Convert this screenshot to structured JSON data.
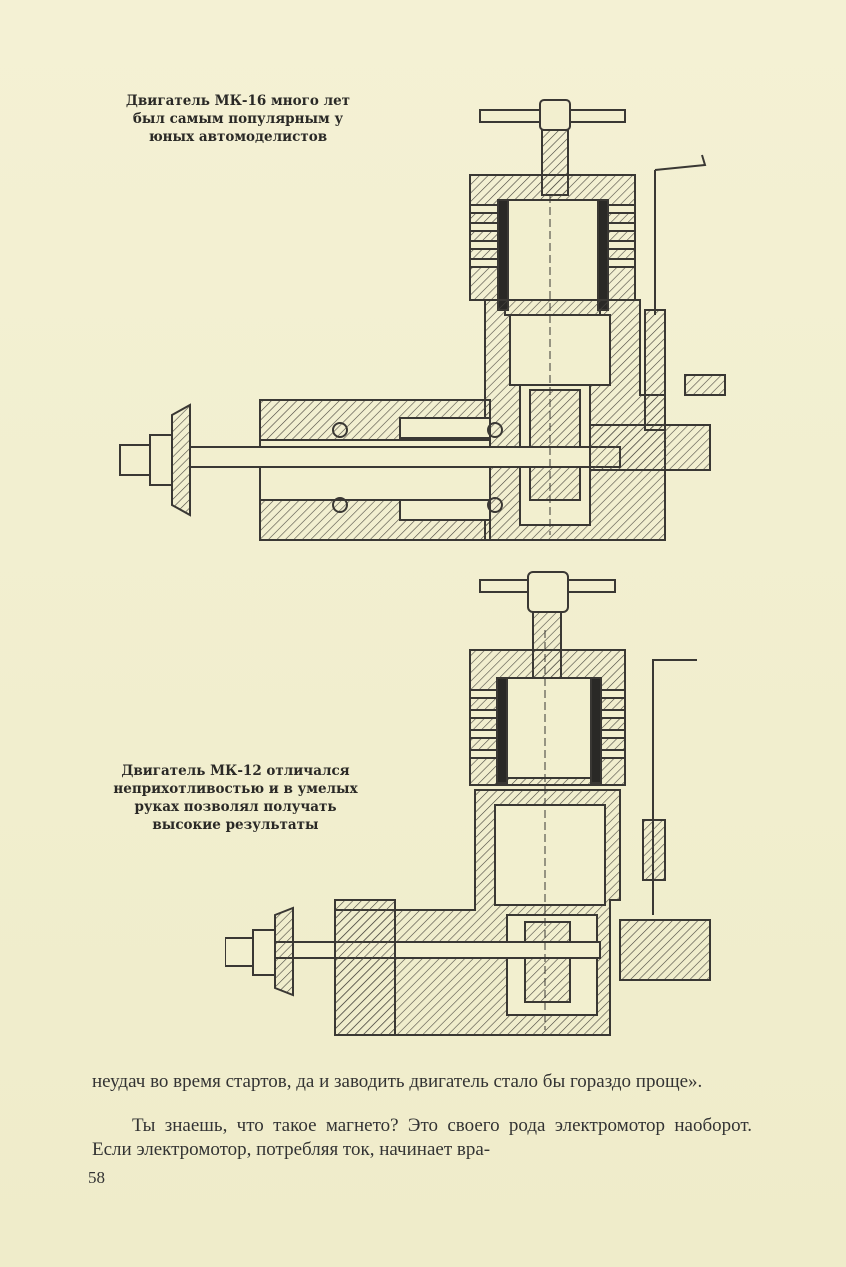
{
  "captions": {
    "engine1": "Двигатель МК-16 много лет был самым популярным у юных автомоделистов",
    "engine2": "Двигатель МК-12 отличался неприхотливостью и в умелых руках позволял получать высокие результаты"
  },
  "body": {
    "para1": "неудач во время стартов, да и заводить двигатель стало бы гораздо проще».",
    "para2": "Ты знаешь, что такое магнето? Это своего рода электромотор наоборот. Если электромотор, потребляя ток, начинает вра-"
  },
  "page_number": "58"
}
